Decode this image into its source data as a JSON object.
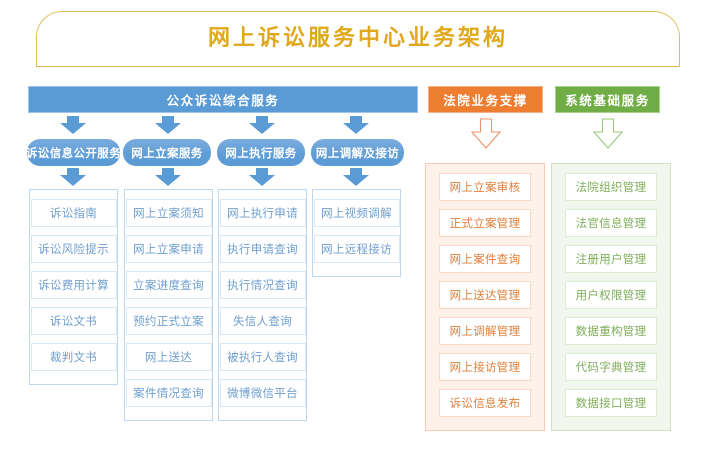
{
  "title": "网上诉讼服务中心业务架构",
  "colors": {
    "title_gold": "#e0a81c",
    "blue": "#5b9bd5",
    "orange": "#ed7d31",
    "green": "#70ad47"
  },
  "headers": {
    "public": "公众诉讼综合服务",
    "court": "法院业务支撑",
    "system": "系统基础服务"
  },
  "blue_columns": [
    {
      "pill": "诉讼信息公开服务",
      "items": [
        "诉讼指南",
        "诉讼风险提示",
        "诉讼费用计算",
        "诉讼文书",
        "裁判文书"
      ]
    },
    {
      "pill": "网上立案服务",
      "items": [
        "网上立案须知",
        "网上立案申请",
        "立案进度查询",
        "预约正式立案",
        "网上送达",
        "案件情况查询"
      ]
    },
    {
      "pill": "网上执行服务",
      "items": [
        "网上执行申请",
        "执行申请查询",
        "执行情况查询",
        "失信人查询",
        "被执行人查询",
        "微博微信平台"
      ]
    },
    {
      "pill": "网上调解及接访",
      "items": [
        "网上视频调解",
        "网上远程接访"
      ]
    }
  ],
  "orange_column": {
    "items": [
      "网上立案审核",
      "正式立案管理",
      "网上案件查询",
      "网上送达管理",
      "网上调解管理",
      "网上接访管理",
      "诉讼信息发布"
    ]
  },
  "green_column": {
    "items": [
      "法院组织管理",
      "法官信息管理",
      "注册用户管理",
      "用户权限管理",
      "数据重构管理",
      "代码字典管理",
      "数据接口管理"
    ]
  },
  "icons": {
    "arrow_down_filled": "arrow-down-filled-icon",
    "arrow_down_hollow": "arrow-down-hollow-icon"
  }
}
